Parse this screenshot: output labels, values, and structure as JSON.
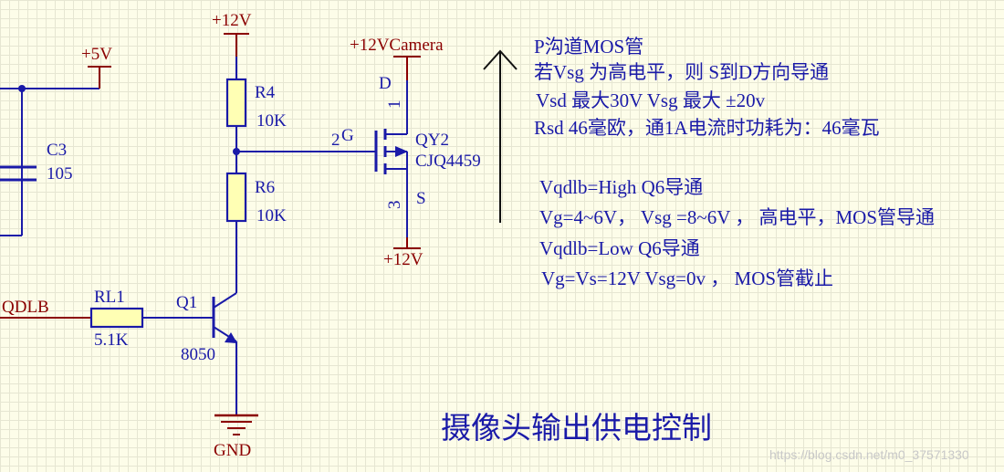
{
  "power": {
    "v12_top": "+12V",
    "v5": "+5V",
    "v12_camera": "+12VCamera",
    "v12_bottom": "+12V",
    "gnd": "GND"
  },
  "components": {
    "r4": {
      "ref": "R4",
      "value": "10K"
    },
    "r6": {
      "ref": "R6",
      "value": "10K"
    },
    "rl1": {
      "ref": "RL1",
      "value": "5.1K"
    },
    "c3": {
      "ref": "C3",
      "value": "105"
    },
    "q1": {
      "ref": "Q1",
      "value": "8050"
    },
    "qy2": {
      "ref": "QY2",
      "value": "CJQ4459",
      "pin_d": "D",
      "pin_s": "S",
      "pin_g": "G",
      "pin1": "1",
      "pin2": "2",
      "pin3": "3"
    }
  },
  "net_labels": {
    "qdlb": "QDLB"
  },
  "notes": {
    "line1": "P沟道MOS管",
    "line2": "若Vsg 为高电平，则 S到D方向导通",
    "line3": "Vsd 最大30V  Vsg 最大 ±20v",
    "line4": "Rsd   46毫欧，通1A电流时功耗为：46毫瓦",
    "line5": "Vqdlb=High Q6导通",
    "line6": "Vg=4~6V， Vsg =8~6V ， 高电平，MOS管导通",
    "line7": "Vqdlb=Low Q6导通",
    "line8": "Vg=Vs=12V  Vsg=0v ， MOS管截止"
  },
  "title": "摄像头输出供电控制",
  "watermark": "https://blog.csdn.net/m0_37571330",
  "colors": {
    "background": "#fdfde9",
    "grid": "#e6e6d2",
    "wire": "#1a1aa8",
    "power_port": "#8b0000",
    "part_fill": "#ffffb4"
  }
}
